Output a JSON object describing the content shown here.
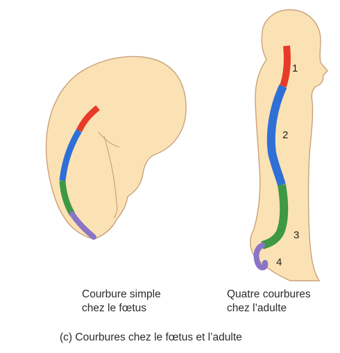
{
  "figure": {
    "caption": "(c) Courbures chez le fœtus et l’adulte",
    "colors": {
      "body_fill": "#fbe2b4",
      "outline": "#c9a07a",
      "cervical": "#e83a28",
      "thoracic": "#2f6fd6",
      "lumbar": "#3e9845",
      "sacral": "#8a74c6"
    },
    "fetus": {
      "caption_lines": [
        "Courbure simple",
        "chez le fœtus"
      ]
    },
    "adult": {
      "caption_lines": [
        "Quatre courbures",
        "chez l’adulte"
      ],
      "region_numbers": [
        "1",
        "2",
        "3",
        "4"
      ]
    }
  }
}
